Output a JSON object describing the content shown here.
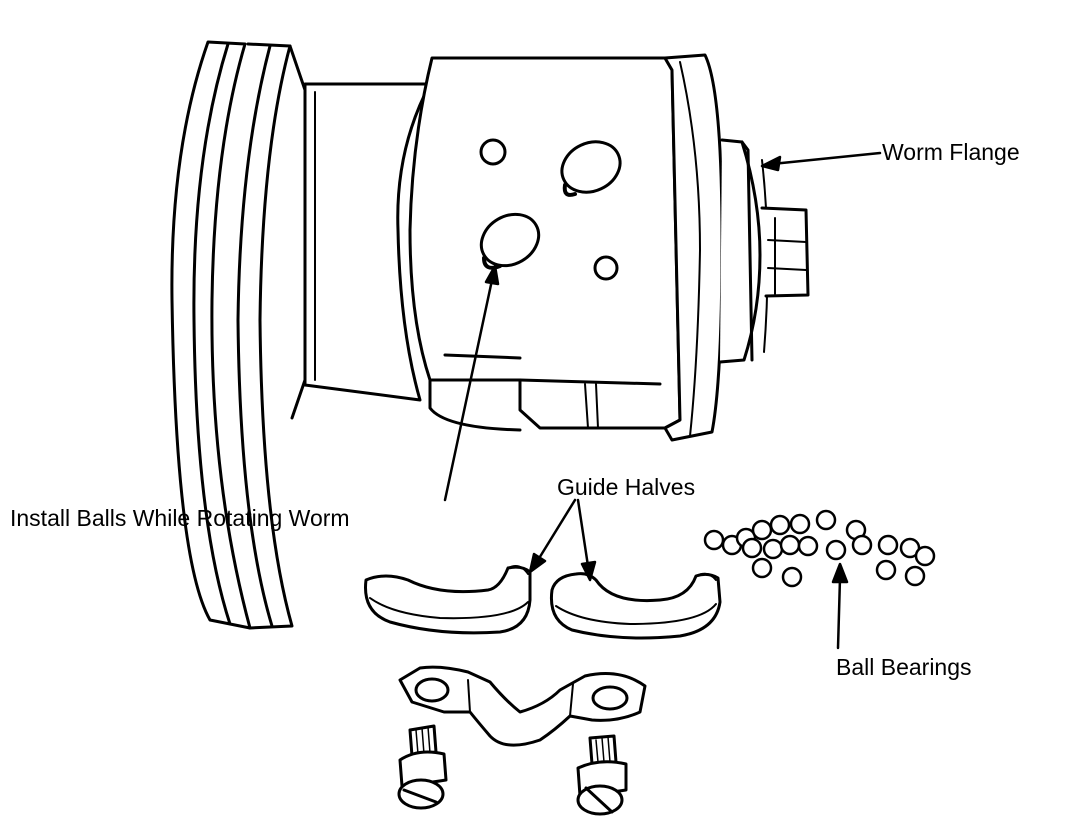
{
  "labels": {
    "worm_flange": "Worm Flange",
    "install_balls": "Install Balls While Rotating Worm",
    "guide_halves": "Guide Halves",
    "ball_bearings": "Ball Bearings"
  },
  "parts": [
    "steering-gear-housing",
    "guide-half-left",
    "guide-half-right",
    "guide-clamp",
    "clamp-screw-left",
    "clamp-screw-right",
    "ball-bearings"
  ],
  "colors": {
    "ink": "#000000",
    "paper": "#ffffff",
    "shade": "#d9d9d9"
  }
}
